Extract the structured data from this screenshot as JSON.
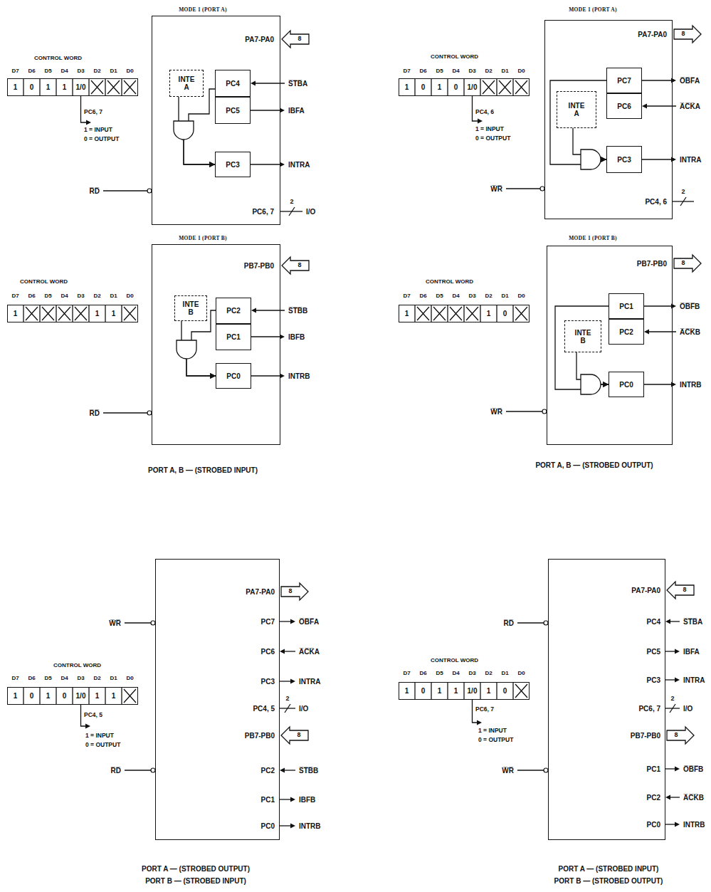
{
  "diagram": {
    "nodes": [
      {
        "text": [
          "PA7-PA0",
          "PC6, 7"
        ]
      },
      {
        "text": [
          "INTE A"
        ],
        "in": 0
      },
      {
        "text": [
          "PC4"
        ],
        "in": 0
      },
      {
        "text": [
          "PC5"
        ],
        "in": 0
      },
      {
        "text": [
          "PC3"
        ],
        "in": 0
      },
      {
        "text": [
          "CONTROL WORD"
        ]
      },
      {
        "text": [
          "1"
        ],
        "in": 5
      },
      {
        "text": [
          "0"
        ],
        "in": 5
      },
      {
        "text": [
          "1"
        ],
        "in": 5
      },
      {
        "text": [
          "1"
        ],
        "in": 5
      },
      {
        "text": [
          "1/0"
        ],
        "in": 5
      },
      {
        "text": [
          "PA7-PA0",
          "PC4, 6"
        ]
      },
      {
        "text": [
          "PC7"
        ],
        "in": 11
      },
      {
        "text": [
          "INTE A"
        ],
        "in": 11
      },
      {
        "text": [
          "PC6"
        ],
        "in": 11
      },
      {
        "text": [
          "PC3"
        ],
        "in": 11
      },
      {
        "text": [
          "CONTROL WORD"
        ]
      },
      {
        "text": [
          "1"
        ],
        "in": 16
      },
      {
        "text": [
          "0"
        ],
        "in": 16
      },
      {
        "text": [
          "1"
        ],
        "in": 16
      },
      {
        "text": [
          "0"
        ],
        "in": 16
      },
      {
        "text": [
          "1/0"
        ],
        "in": 16
      },
      {
        "text": [
          "PB7-PB0"
        ]
      },
      {
        "text": [
          "INTE B"
        ],
        "in": 22
      },
      {
        "text": [
          "PC2"
        ],
        "in": 22
      },
      {
        "text": [
          "PC1"
        ],
        "in": 22
      },
      {
        "text": [
          "PC0"
        ],
        "in": 22
      },
      {
        "text": [
          "CONTROL WORD"
        ]
      },
      {
        "text": [
          "1"
        ],
        "in": 27
      },
      {
        "text": [
          "1"
        ],
        "in": 27
      },
      {
        "text": [
          "1"
        ],
        "in": 27
      },
      {
        "text": [
          "PB7-PB0"
        ]
      },
      {
        "text": [
          "PC1"
        ],
        "in": 31
      },
      {
        "text": [
          "PC2"
        ],
        "in": 31
      },
      {
        "text": [
          "INTE B"
        ],
        "in": 31
      },
      {
        "text": [
          "PC0"
        ],
        "in": 31
      },
      {
        "text": [
          "CONTROL WORD"
        ]
      },
      {
        "text": [
          "1"
        ],
        "in": 36
      },
      {
        "text": [
          "1"
        ],
        "in": 36
      },
      {
        "text": [
          "0"
        ],
        "in": 36
      },
      {
        "text": [
          "PA7-PA0",
          "PC7",
          "PC6",
          "PC3",
          "PC4, 5",
          "PB7-PB0",
          "PC2",
          "PC1",
          "PC0"
        ]
      },
      {
        "text": [
          "CONTROL WORD"
        ]
      },
      {
        "text": [
          "1"
        ],
        "in": 41
      },
      {
        "text": [
          "0"
        ],
        "in": 41
      },
      {
        "text": [
          "1"
        ],
        "in": 41
      },
      {
        "text": [
          "0"
        ],
        "in": 41
      },
      {
        "text": [
          "1/0"
        ],
        "in": 41
      },
      {
        "text": [
          "1"
        ],
        "in": 41
      },
      {
        "text": [
          "1"
        ],
        "in": 41
      },
      {
        "text": [
          "PA7-PA0",
          "PC4",
          "PC5",
          "PC3",
          "PC6, 7",
          "PB7-PB0",
          "PC1",
          "PC2",
          "PC0"
        ]
      },
      {
        "text": [
          "CONTROL WORD"
        ]
      },
      {
        "text": [
          "1"
        ],
        "in": 50
      },
      {
        "text": [
          "0"
        ],
        "in": 50
      },
      {
        "text": [
          "1"
        ],
        "in": 50
      },
      {
        "text": [
          "1"
        ],
        "in": 50
      },
      {
        "text": [
          "1/0"
        ],
        "in": 50
      },
      {
        "text": [
          "1"
        ],
        "in": 50
      },
      {
        "text": [
          "0"
        ],
        "in": 50
      }
    ],
    "edges": [
      {
        "from": 1,
        "to": 4,
        "arrow": "to"
      },
      {
        "from": 2,
        "to": 4,
        "arrow": "to"
      },
      {
        "from": 13,
        "to": 15,
        "arrow": "to"
      },
      {
        "from": 12,
        "to": 15,
        "arrow": "to"
      },
      {
        "from": 23,
        "to": 26,
        "arrow": "to"
      },
      {
        "from": 24,
        "to": 26,
        "arrow": "to"
      },
      {
        "from": 34,
        "to": 35,
        "arrow": "to"
      },
      {
        "from": 32,
        "to": 35,
        "arrow": "to"
      }
    ],
    "labels": [
      "MODE 1 (PORT A)",
      "D7",
      "D6",
      "D5",
      "D4",
      "D3",
      "D2",
      "D1",
      "D0",
      "PC6, 7",
      "1 = INPUT",
      "0 = OUTPUT",
      "8",
      "S̅T̅B̅A",
      "IBFA",
      "INTRA",
      "R̅D̅",
      "2",
      "I/O",
      "MODE 1 (PORT A)",
      "D7",
      "D6",
      "D5",
      "D4",
      "D3",
      "D2",
      "D1",
      "D0",
      "PC4, 6",
      "1 = INPUT",
      "0 = OUTPUT",
      "8",
      "O̅B̅F̅A",
      "A̅C̅K̅A",
      "INTRA",
      "W̅R̅",
      "2",
      "MODE 1 (PORT B)",
      "D7",
      "D6",
      "D5",
      "D4",
      "D3",
      "D2",
      "D1",
      "D0",
      "8",
      "S̅T̅B̅B",
      "IBFB",
      "INTRB",
      "R̅D̅",
      "MODE 1 (PORT B)",
      "D7",
      "D6",
      "D5",
      "D4",
      "D3",
      "D2",
      "D1",
      "D0",
      "8",
      "O̅B̅F̅B",
      "A̅C̅K̅B",
      "INTRB",
      "W̅R̅",
      "PORT A, B — (STROBED INPUT)",
      "PORT A, B — (STROBED OUTPUT)",
      "W̅R̅",
      "8",
      "O̅B̅F̅A",
      "A̅C̅K̅A",
      "INTRA",
      "2",
      "I/O",
      "8",
      "S̅T̅B̅B",
      "IBFB",
      "INTRB",
      "D7",
      "D6",
      "D5",
      "D4",
      "D3",
      "D2",
      "D1",
      "D0",
      "PC4, 5",
      "1 = INPUT",
      "0 = OUTPUT",
      "R̅D̅",
      "PORT A — (STROBED OUTPUT)",
      "PORT B — (STROBED INPUT)",
      "R̅D̅",
      "8",
      "S̅T̅B̅A",
      "IBFA",
      "INTRA",
      "2",
      "I/O",
      "8",
      "O̅B̅F̅B",
      "A̅C̅K̅B",
      "INTRB",
      "D7",
      "D6",
      "D5",
      "D4",
      "D3",
      "D2",
      "D1",
      "D0",
      "PC6, 7",
      "1 = INPUT",
      "0 = OUTPUT",
      "W̅R̅",
      "PORT A — (STROBED INPUT)",
      "PORT B — (STROBED OUTPUT)"
    ]
  }
}
